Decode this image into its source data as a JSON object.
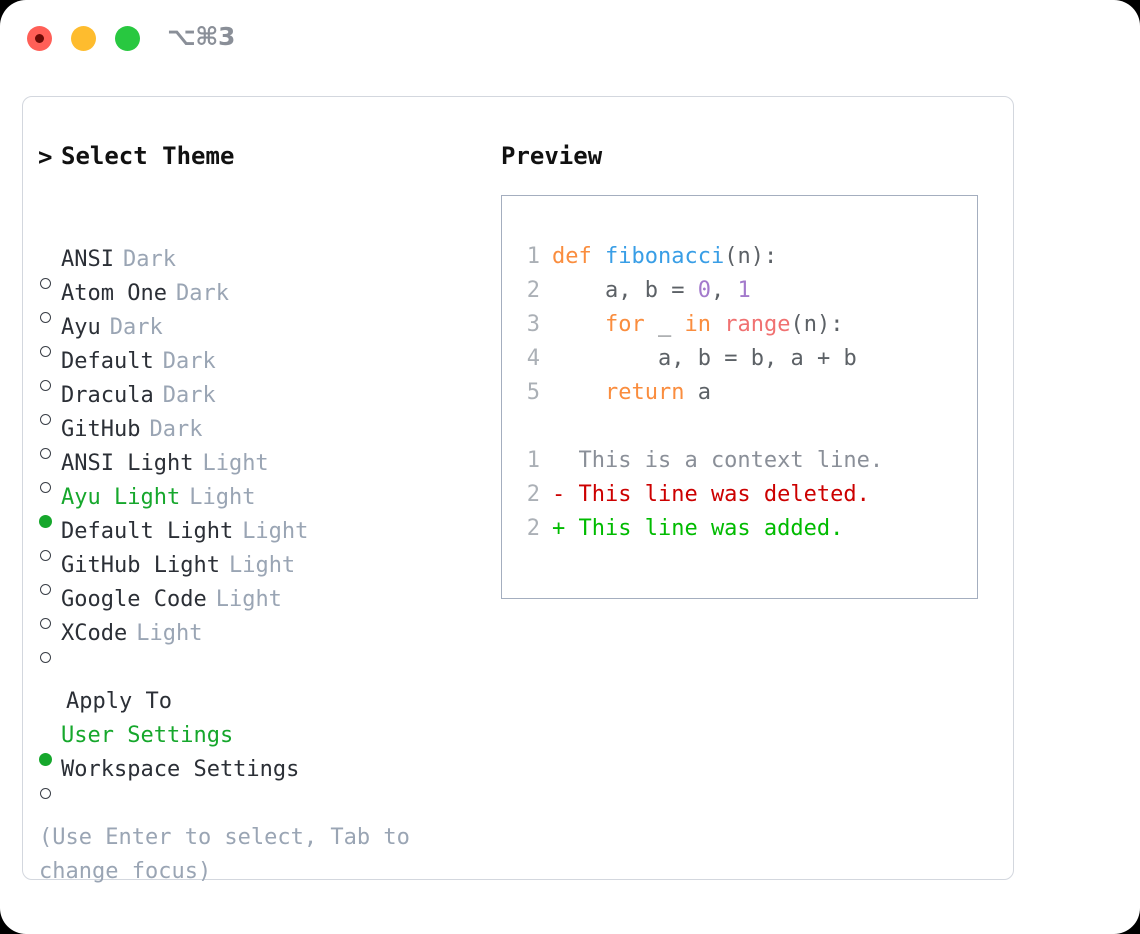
{
  "window": {
    "title": "⌥⌘3",
    "traffic_lights": [
      "close-red",
      "minimize-yellow",
      "zoom-green"
    ]
  },
  "theme_picker": {
    "heading": "Select Theme",
    "caret": ">",
    "items": [
      {
        "label": "ANSI",
        "tag": "Dark",
        "selected": false
      },
      {
        "label": "Atom One",
        "tag": "Dark",
        "selected": false
      },
      {
        "label": "Ayu",
        "tag": "Dark",
        "selected": false
      },
      {
        "label": "Default",
        "tag": "Dark",
        "selected": false
      },
      {
        "label": "Dracula",
        "tag": "Dark",
        "selected": false
      },
      {
        "label": "GitHub",
        "tag": "Dark",
        "selected": false
      },
      {
        "label": "ANSI Light",
        "tag": "Light",
        "selected": false
      },
      {
        "label": "Ayu Light",
        "tag": "Light",
        "selected": true
      },
      {
        "label": "Default Light",
        "tag": "Light",
        "selected": false
      },
      {
        "label": "GitHub Light",
        "tag": "Light",
        "selected": false
      },
      {
        "label": "Google Code",
        "tag": "Light",
        "selected": false
      },
      {
        "label": "XCode",
        "tag": "Light",
        "selected": false
      }
    ]
  },
  "apply_to": {
    "heading": "Apply To",
    "items": [
      {
        "label": "User Settings",
        "selected": true
      },
      {
        "label": "Workspace Settings",
        "selected": false
      }
    ]
  },
  "hint": "(Use Enter to select, Tab to change focus)",
  "preview": {
    "title": "Preview",
    "code_lines": [
      {
        "n": "1",
        "text": "def fibonacci(n):"
      },
      {
        "n": "2",
        "text": "    a, b = 0, 1"
      },
      {
        "n": "3",
        "text": "    for _ in range(n):"
      },
      {
        "n": "4",
        "text": "        a, b = b, a + b"
      },
      {
        "n": "5",
        "text": "    return a"
      }
    ],
    "diff_lines": [
      {
        "n": "1",
        "marker": " ",
        "text": "This is a context line.",
        "kind": "context"
      },
      {
        "n": "2",
        "marker": "-",
        "text": "This line was deleted.",
        "kind": "deleted"
      },
      {
        "n": "2",
        "marker": "+",
        "text": "This line was added.",
        "kind": "added"
      }
    ]
  },
  "colors": {
    "selected_green": "#16a72c",
    "tag_gray": "#9aa5b4",
    "keyword_orange": "#fa8d3e",
    "function_blue": "#399ee6",
    "number_purple": "#a37acc",
    "builtin_red": "#f07171",
    "line_number_gray": "#abb0b6",
    "diff_deleted": "#cc0000",
    "diff_added": "#00bb00",
    "diff_context": "#8a8f98",
    "panel_border": "#d3d7de",
    "preview_border": "#a4aebf"
  }
}
